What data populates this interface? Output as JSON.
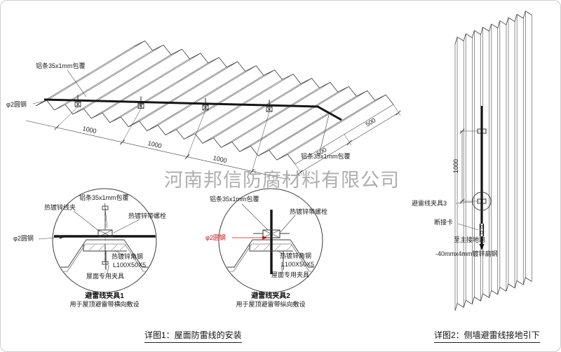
{
  "watermark": "河南邦信防腐材料有限公司",
  "colors": {
    "line": "#3a3a3a",
    "wire": "#151515",
    "annotation_red": "#cc1111",
    "watermark_gray": "#8f8f8f"
  },
  "roof": {
    "label_strip_top": "铝条35x1mm包覆",
    "label_strip_right": "铝条35x1mm包覆",
    "label_rod": "φ2圆钢",
    "dims_bottom": [
      "1000",
      "1000",
      "1000"
    ],
    "dims_right": [
      "500",
      "500"
    ]
  },
  "detail1": {
    "title": "避雷线夹具1",
    "subtitle": "用于屋顶避雷带横向敷设",
    "labels": {
      "clip": "热镀锌线夹",
      "strip": "铝条35x1mm包覆",
      "bolt": "热镀锌带螺栓",
      "rod": "φ2圆钢",
      "angle": "热镀锌角钢",
      "angle_size": "L100X50X5",
      "fixture": "屋面专用夹具"
    }
  },
  "detail2": {
    "title": "避雷线夹具2",
    "subtitle": "用于屋顶避雷带纵向敷设",
    "labels": {
      "strip": "铝条35x1mm包覆",
      "bolt": "热镀锌带螺栓",
      "rod": "φ2圆钢",
      "angle": "热镀锌角钢",
      "angle_size": "L100X50X5",
      "fixture": "屋面专用夹具"
    }
  },
  "wall": {
    "dim": "1000",
    "labels": {
      "clamp": "避雷线夹具3",
      "disconnect": "断接卡",
      "ground": "至主接地网",
      "flat_steel": "-40mmx4mm镀锌扁钢"
    }
  },
  "captions": {
    "detail1": "详图1：屋面防雷线的安装",
    "detail2": "详图2：侧墙避雷线接地引下"
  }
}
